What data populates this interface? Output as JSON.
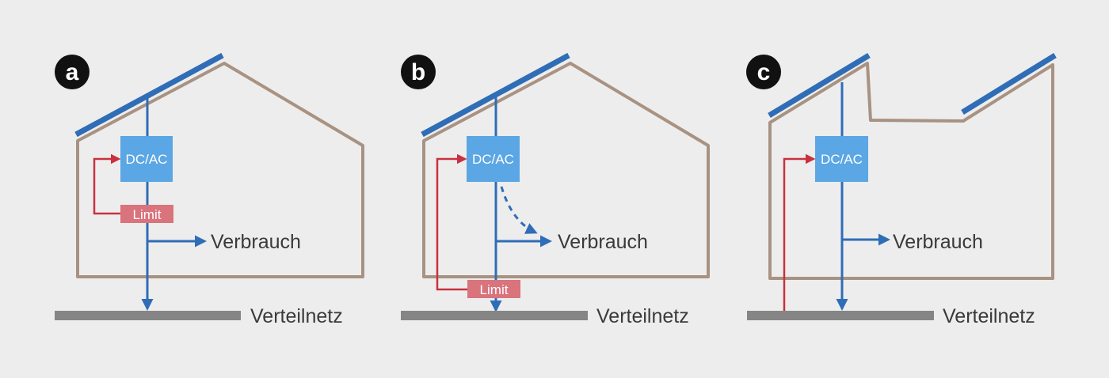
{
  "colors": {
    "background": "#ededed",
    "house_outline": "#a89282",
    "solar_panel": "#2f6db6",
    "power_flow": "#2f6db6",
    "control_line": "#c9313f",
    "inverter_box": "#5ba6e4",
    "limit_box": "#d9737c",
    "grid_bar": "#858585",
    "badge": "#111111"
  },
  "panels": [
    {
      "badge": "a",
      "inverter_label": "DC/AC",
      "limit_label": "Limit",
      "consumption_label": "Verbrauch",
      "grid_label": "Verteilnetz"
    },
    {
      "badge": "b",
      "inverter_label": "DC/AC",
      "limit_label": "Limit",
      "consumption_label": "Verbrauch",
      "grid_label": "Verteilnetz"
    },
    {
      "badge": "c",
      "inverter_label": "DC/AC",
      "consumption_label": "Verbrauch",
      "grid_label": "Verteilnetz"
    }
  ]
}
